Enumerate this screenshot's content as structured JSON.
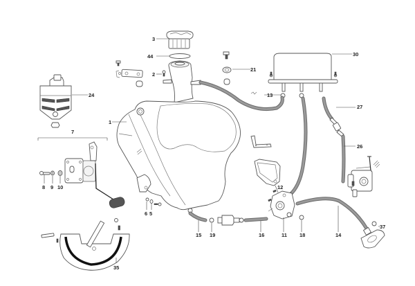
{
  "diagram": {
    "title": "",
    "type": "exploded-parts-diagram",
    "subject": "fuel tank assembly",
    "colors": {
      "background": "#ffffff",
      "outline": "#555555",
      "hose": "#6a6a6a",
      "label_text": "#222222"
    },
    "callouts": [
      {
        "id": "1",
        "part": "fuel-tank"
      },
      {
        "id": "2",
        "part": "screw"
      },
      {
        "id": "3",
        "part": "fuel-cap"
      },
      {
        "id": "44",
        "part": "cap-gasket"
      },
      {
        "id": "5",
        "part": "bolt"
      },
      {
        "id": "6",
        "part": "washer"
      },
      {
        "id": "7",
        "part": "fuel-sender-assembly"
      },
      {
        "id": "8",
        "part": "bolt"
      },
      {
        "id": "9",
        "part": "washer"
      },
      {
        "id": "10",
        "part": "washer"
      },
      {
        "id": "11",
        "part": "fuel-pump"
      },
      {
        "id": "12",
        "part": "screws"
      },
      {
        "id": "13",
        "part": "clamp"
      },
      {
        "id": "14",
        "part": "hose"
      },
      {
        "id": "15",
        "part": "hose"
      },
      {
        "id": "16",
        "part": "hose"
      },
      {
        "id": "18",
        "part": "clamp"
      },
      {
        "id": "19",
        "part": "clamp"
      },
      {
        "id": "21",
        "part": "grommet"
      },
      {
        "id": "24",
        "part": "relay-bracket"
      },
      {
        "id": "26",
        "part": "hose"
      },
      {
        "id": "27",
        "part": "hose"
      },
      {
        "id": "30",
        "part": "canister"
      },
      {
        "id": "35",
        "part": "heat-shield"
      },
      {
        "id": "37",
        "part": "clamp"
      }
    ]
  }
}
